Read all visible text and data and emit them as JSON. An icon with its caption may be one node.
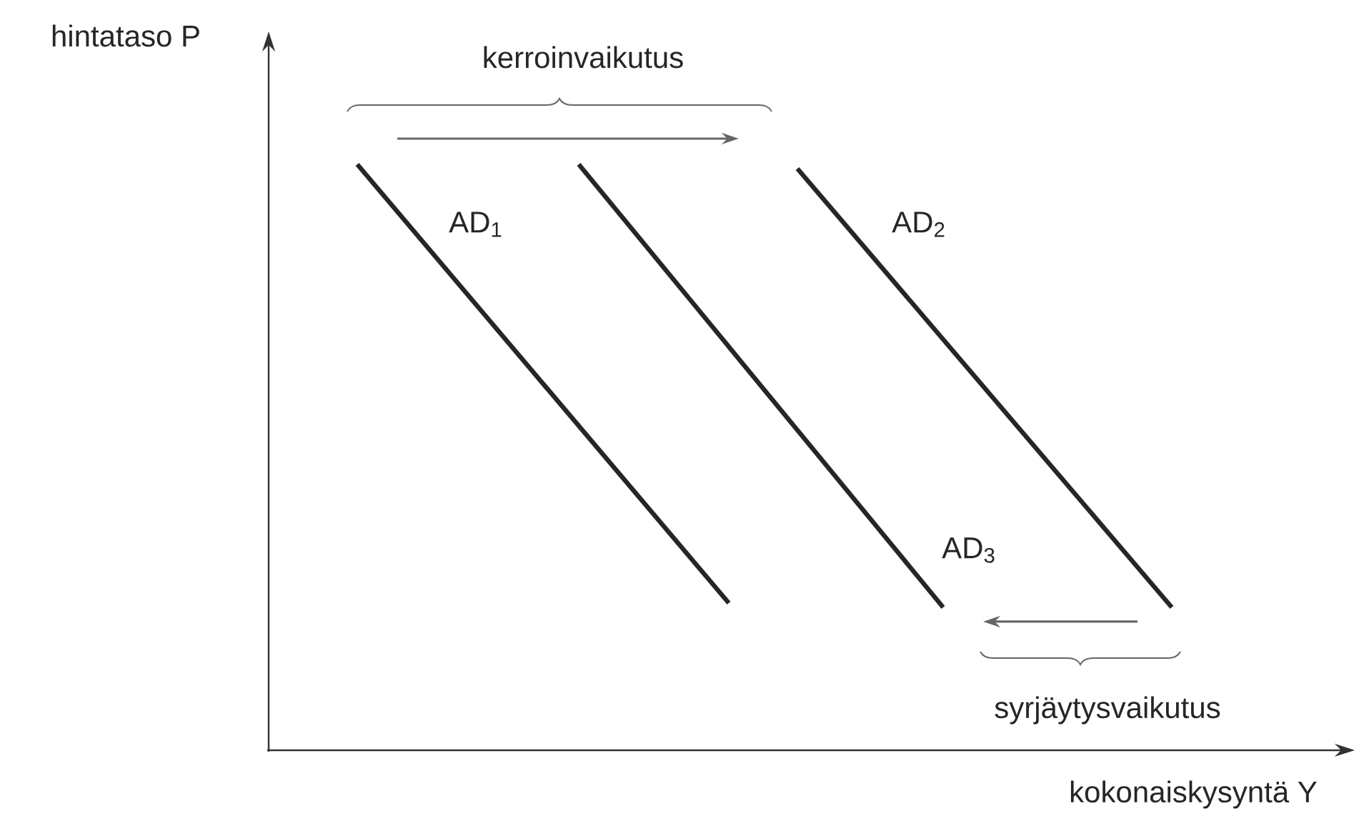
{
  "diagram": {
    "labels": [
      "hintataso P",
      "kerroinvaikutus",
      "AD$_{1}$",
      "AD$_{2}$",
      "AD$_{3}$",
      "syrjäytysvaikutus",
      "kokonaiskysyntä Y"
    ]
  }
}
